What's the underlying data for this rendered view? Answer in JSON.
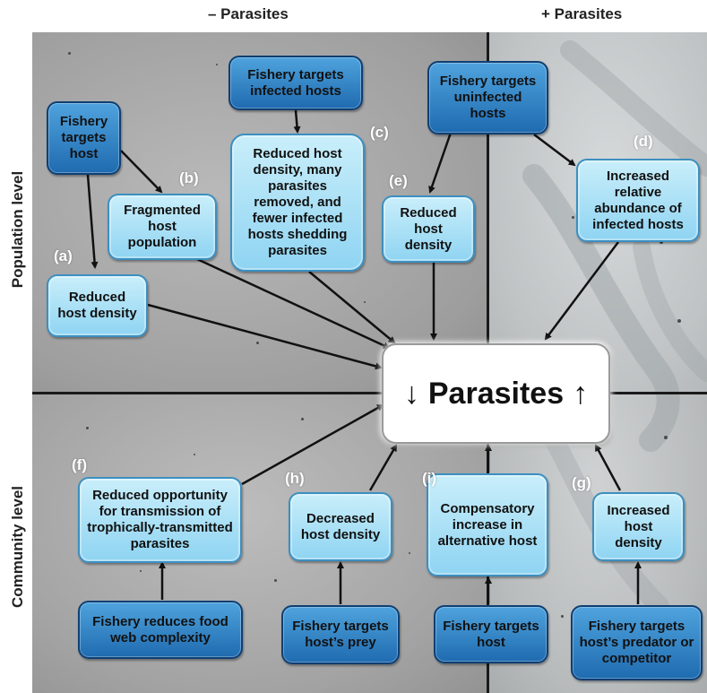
{
  "columns": {
    "left": "– Parasites",
    "right": "+ Parasites"
  },
  "rows": {
    "top": "Population level",
    "bottom": "Community level"
  },
  "center": {
    "down_arrow": "↓",
    "label": "Parasites",
    "up_arrow": "↑"
  },
  "labels": {
    "a": "(a)",
    "b": "(b)",
    "c": "(c)",
    "d": "(d)",
    "e": "(e)",
    "f": "(f)",
    "g": "(g)",
    "h": "(h)",
    "i": "(i)"
  },
  "boxes": {
    "fishery_targets_host_top": "Fishery targets host",
    "fragmented_host_population": "Fragmented host population",
    "reduced_host_density_a": "Reduced host density",
    "fishery_targets_infected": "Fishery targets infected hosts",
    "reduced_host_density_c": "Reduced host density, many parasites removed, and fewer infected hosts shedding parasites",
    "fishery_targets_uninfected": "Fishery targets uninfected hosts",
    "reduced_host_density_e": "Reduced host density",
    "increased_relative_abundance": "Increased relative abundance of infected hosts",
    "reduced_opportunity": "Reduced opportunity for transmission of trophically-transmitted parasites",
    "fishery_reduces_food_web": "Fishery reduces food web complexity",
    "decreased_host_density": "Decreased host density",
    "fishery_targets_prey": "Fishery targets host’s prey",
    "compensatory_increase": "Compensatory increase in alternative host",
    "fishery_targets_host_bottom": "Fishery targets host",
    "increased_host_density": "Increased host density",
    "fishery_targets_predator": "Fishery targets host’s predator or competitor"
  }
}
